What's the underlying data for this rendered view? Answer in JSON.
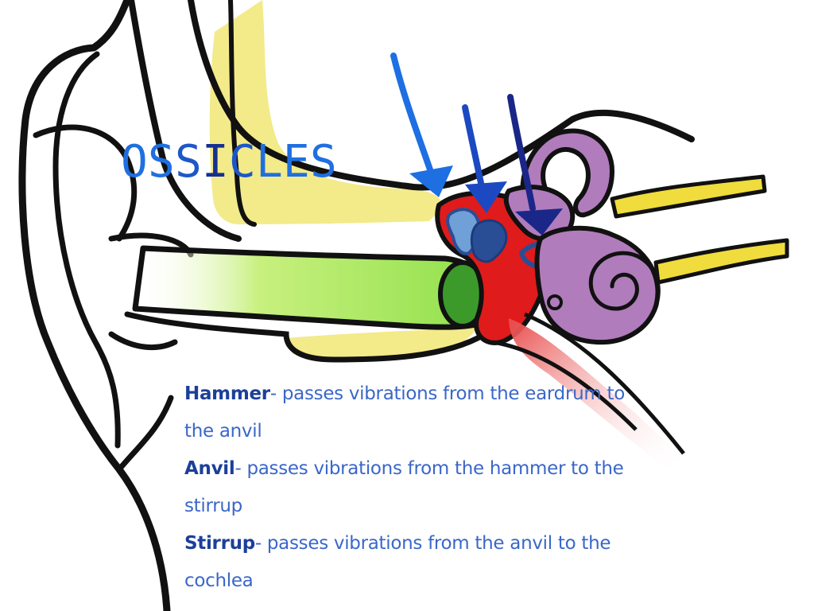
{
  "title": {
    "letters": [
      "O",
      "S",
      "S",
      "I",
      "C",
      "L",
      "E",
      "S"
    ],
    "colors": [
      "#1f6fe0",
      "#1f6fe0",
      "#1d57c7",
      "#16308f",
      "#1d57c7",
      "#1f6fe0",
      "#1f6fe0",
      "#1f6fe0"
    ]
  },
  "descriptions": [
    {
      "term": "Hammer",
      "text": "- passes vibrations from the eardrum to the anvil"
    },
    {
      "term": "Anvil",
      "text": "- passes vibrations from the hammer to the stirrup"
    },
    {
      "term": "Stirrup",
      "text": "- passes vibrations from the anvil to the cochlea"
    }
  ],
  "colors": {
    "outline": "#111111",
    "bone_yellow": "#f3ea8a",
    "ear_canal_green": "#8fe04a",
    "eardrum_green": "#3c9a2a",
    "middle_ear_red": "#e01b1b",
    "ossicle_light_blue": "#6fa0d8",
    "ossicle_dark_blue": "#2a4e96",
    "inner_ear_purple": "#b07cbc",
    "nerve_yellow": "#f0dc3c",
    "arrow_hammer": "#1d6fe2",
    "arrow_anvil": "#1c49c2",
    "arrow_stirrup": "#1a2788"
  }
}
